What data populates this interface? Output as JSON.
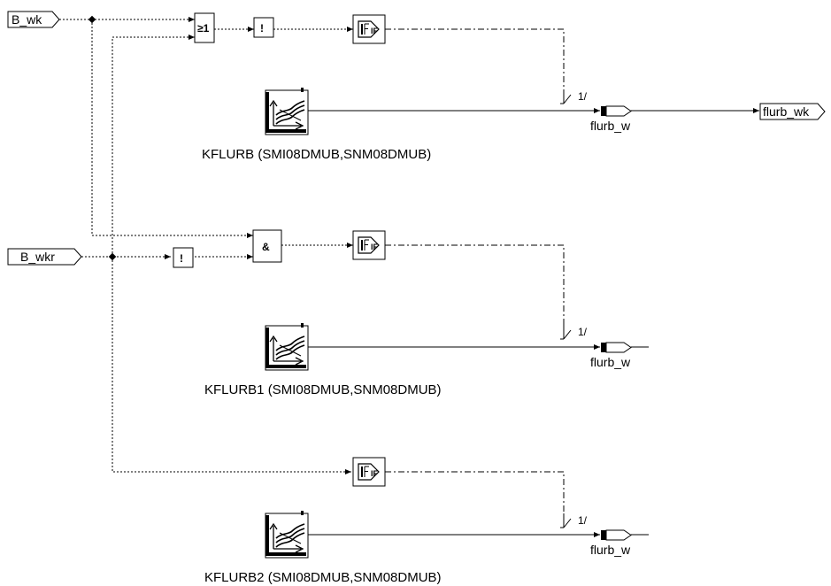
{
  "inputs": {
    "b_wk": "B_wk",
    "b_wkr": "B_wkr"
  },
  "output": {
    "flurb_wk": "flurb_wk"
  },
  "gates": {
    "or": "≥1",
    "and": "&",
    "not": "!",
    "if": "IF"
  },
  "maps": {
    "kflurb": "KFLURB (SMI08DMUB,SNM08DMUB)",
    "kflurb1": "KFLURB1 (SMI08DMUB,SNM08DMUB)",
    "kflurb2": "KFLURB2 (SMI08DMUB,SNM08DMUB)"
  },
  "switch": {
    "label": "1/"
  },
  "signals": {
    "flurb_w": "flurb_w"
  }
}
